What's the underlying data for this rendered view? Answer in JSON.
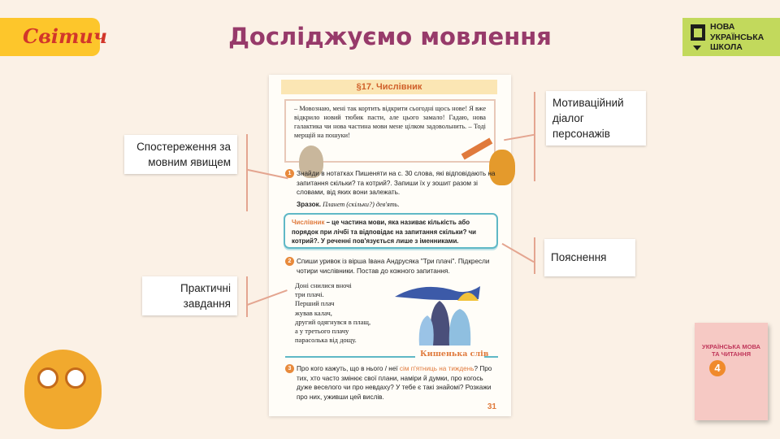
{
  "header": {
    "title": "Досліджуємо мовлення",
    "logo_left": "Cвітич",
    "logo_right": [
      "НОВА",
      "УКРАЇНСЬКА",
      "ШКОЛА"
    ]
  },
  "callouts": {
    "motivation": "Мотиваційний діалог персонажів",
    "observation": "Спостереження за мовним явищем",
    "explanation": "Пояснення",
    "practice": "Практичні завдання"
  },
  "page": {
    "heading": "§17. Числівник",
    "dialog": "– Мовознаю, мені так кортить відкрити сьогодні щось нове! Я вже відкрило новий тюбик пасти, але цього замало! Гадаю, нова галактика чи нова частина мови мене цілком задовольнить. – Тоді мерщій на пошуки!",
    "task1": {
      "num": "1",
      "text": "Знайди в нотатках Пишеняти на с. 30 слова, які відповідають на запитання скільки? та котрий?. Запиши їх у зошит разом зі словами, від яких вони залежать.",
      "sample_label": "Зразок.",
      "sample": " Планет (скільки?) дев'ять."
    },
    "rule": {
      "term": "Числівник",
      "text": " – це частина мови, яка називає кількість або порядок при лічбі та відповідає на запитання скільки? чи котрий?. У реченні пов'язується лише з іменниками."
    },
    "task2": {
      "num": "2",
      "text": "Спиши уривок із вірша Івана Андрусяка \"Три плачі\". Підкресли чотири числівники. Постав до кожного запитання."
    },
    "poem": [
      "Доні снилися вночі",
      "три плачі.",
      "Перший плач",
      "жував калач,",
      "другий одягнувся в плащ,",
      "а у третього плачу",
      "парасолька від дощу."
    ],
    "pocket": "Кишенька слів",
    "task3": {
      "num": "3",
      "pre": "Про кого кажуть, що в нього / неї ",
      "idiom": "сім п'ятниць на тиждень",
      "post": "? Про тих, хто часто змінює свої плани, наміри й думки, про когось дуже веселого чи про невдаху? У тебе є такі знайомі? Розкажи про них, уживши цей вислів."
    },
    "page_number": "31"
  },
  "book": {
    "title": "УКРАЇНСЬКА МОВА ТА ЧИТАННЯ",
    "grade": "4"
  }
}
